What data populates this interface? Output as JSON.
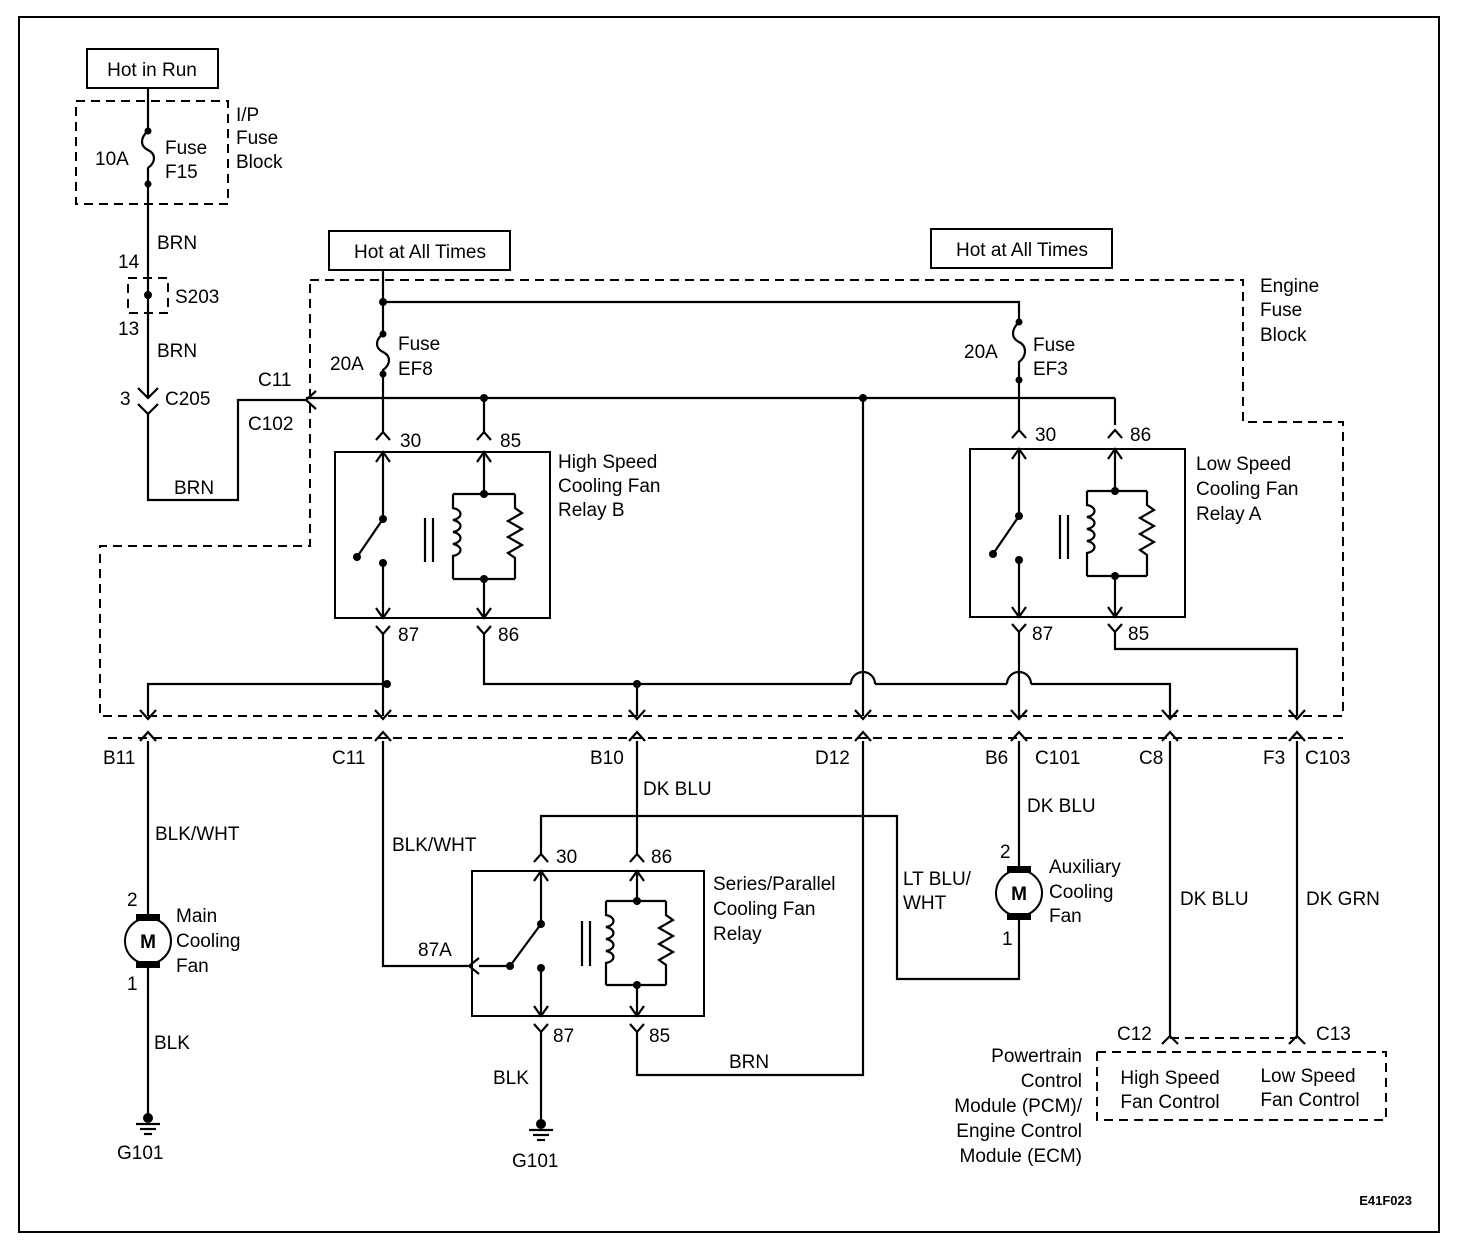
{
  "labels": {
    "hot_in_run": "Hot in Run",
    "hot_all_times_left": "Hot at All Times",
    "hot_all_times_right": "Hot at All Times",
    "ip_fuse_block": [
      "I/P",
      "Fuse",
      "Block"
    ],
    "engine_fuse_block": [
      "Engine",
      "Fuse",
      "Block"
    ],
    "fuse_f15": {
      "rating": "10A",
      "name_line1": "Fuse",
      "name_line2": "F15"
    },
    "fuse_ef8": {
      "rating": "20A",
      "name_line1": "Fuse",
      "name_line2": "EF8"
    },
    "fuse_ef3": {
      "rating": "20A",
      "name_line1": "Fuse",
      "name_line2": "EF3"
    },
    "relay_b": [
      "High Speed",
      "Cooling Fan",
      "Relay B"
    ],
    "relay_a": [
      "Low Speed",
      "Cooling Fan",
      "Relay A"
    ],
    "relay_sp": [
      "Series/Parallel",
      "Cooling Fan",
      "Relay"
    ],
    "main_fan": [
      "Main",
      "Cooling",
      "Fan"
    ],
    "aux_fan": [
      "Auxiliary",
      "Cooling",
      "Fan"
    ],
    "pcm": [
      "Powertrain",
      "Control",
      "Module (PCM)/",
      "Engine  Control",
      "Module (ECM)"
    ],
    "pcm_high": [
      "High Speed",
      "Fan Control"
    ],
    "pcm_low": [
      "Low Speed",
      "Fan Control"
    ],
    "motor": "M",
    "drawing_id": "E41F023"
  },
  "wires": {
    "brn": "BRN",
    "blk_wht": "BLK/WHT",
    "blk": "BLK",
    "dk_blu": "DK BLU",
    "dk_grn": "DK GRN",
    "lt_blu_wht_1": "LT BLU/",
    "lt_blu_wht_2": "WHT"
  },
  "connectors": {
    "s203": "S203",
    "pin14": "14",
    "pin13": "13",
    "c205": "C205",
    "pin3": "3",
    "c11_top": "C11",
    "c102": "C102",
    "b11": "B11",
    "c11": "C11",
    "b10": "B10",
    "d12": "D12",
    "b6": "B6",
    "c101": "C101",
    "c8": "C8",
    "f3": "F3",
    "c103": "C103",
    "c12": "C12",
    "c13": "C13",
    "g101_left": "G101",
    "g101_mid": "G101"
  },
  "pins": {
    "b30": "30",
    "b85": "85",
    "b87": "87",
    "b86": "86",
    "a30": "30",
    "a86": "86",
    "a87": "87",
    "a85": "85",
    "sp30": "30",
    "sp86": "86",
    "sp87a": "87A",
    "sp87": "87",
    "sp85": "85",
    "main2": "2",
    "main1": "1",
    "aux2": "2",
    "aux1": "1"
  }
}
